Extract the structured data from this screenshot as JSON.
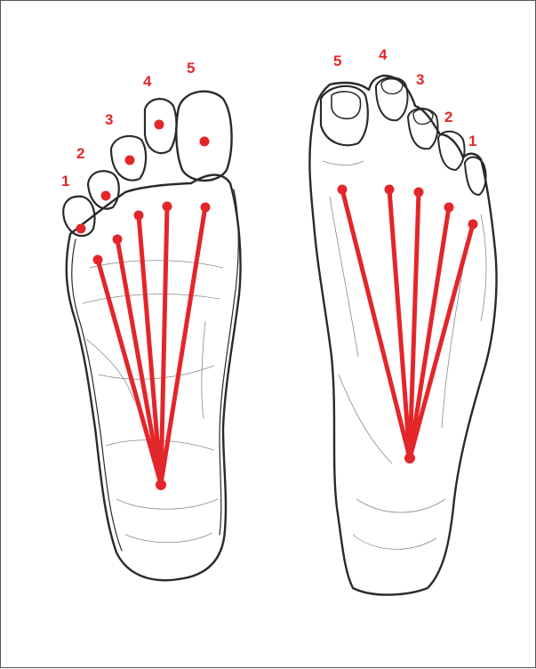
{
  "colors": {
    "accent": "#e3262a",
    "ink": "#2a2a2a"
  },
  "sole_view": {
    "toe_labels": [
      "1",
      "2",
      "3",
      "4",
      "5"
    ]
  },
  "top_view": {
    "toe_labels": [
      "5",
      "4",
      "3",
      "2",
      "1"
    ]
  }
}
